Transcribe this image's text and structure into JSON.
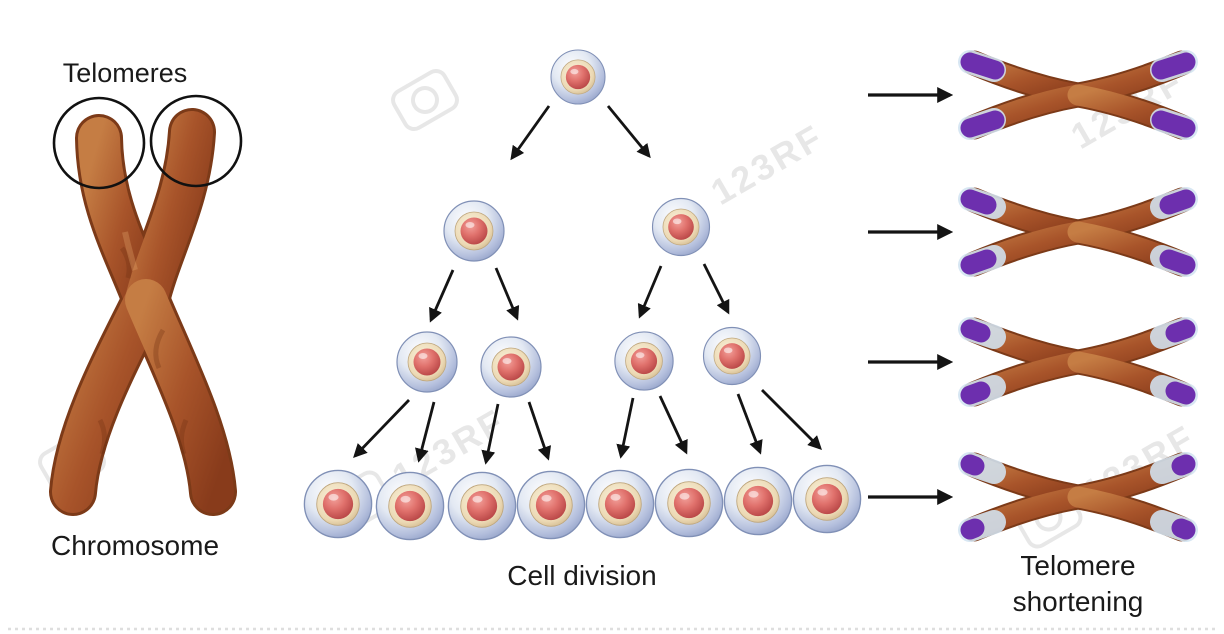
{
  "labels": {
    "telomeres": "Telomeres",
    "chromosome": "Chromosome",
    "cell_division": "Cell division",
    "telomere_shortening_line1": "Telomere",
    "telomere_shortening_line2": "shortening"
  },
  "watermark": {
    "text": "123RF"
  },
  "figure": {
    "type": "biology-diagram",
    "division_levels_cell_counts": [
      1,
      2,
      4,
      8
    ],
    "telomere_shortening_stages": 4,
    "highlighted_telomeres_circles": 2
  },
  "colors": {
    "background": "#ffffff",
    "chromosome_body": "#a8542a",
    "telomere_purple": "#6d2fae",
    "telomere_sheath": "#d3e4f2",
    "cell_membrane": "#a9b6d8",
    "cell_cytoplasm": "#ecd9b4",
    "nucleus_red": "#d96a65",
    "text": "#1a1a1a",
    "watermark": "#d4d4d4"
  }
}
